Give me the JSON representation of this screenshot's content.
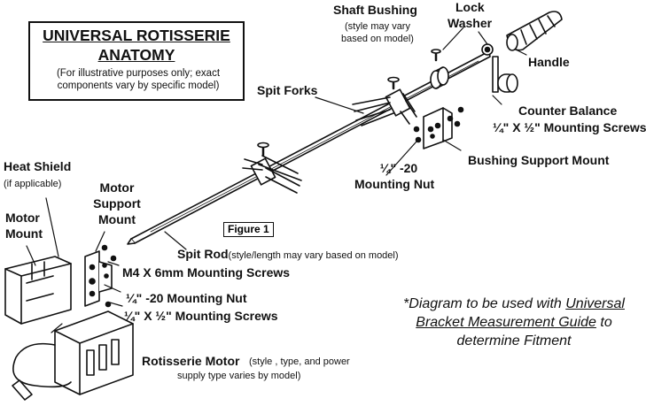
{
  "title": {
    "line1": "UNIVERSAL ROTISSERIE",
    "line2": "ANATOMY",
    "note_line1": "(For illustrative purposes only; exact",
    "note_line2": "components vary by specific model)"
  },
  "figure_label": "Figure 1",
  "labels": {
    "shaft_bushing": "Shaft Bushing",
    "shaft_bushing_note_1": "(style may vary",
    "shaft_bushing_note_2": "based on model)",
    "lock": "Lock",
    "washer": "Washer",
    "handle": "Handle",
    "spit_forks": "Spit Forks",
    "counter_balance": "Counter Balance",
    "cb_screws": "¼\" X ½\" Mounting Screws",
    "bushing_support_mount": "Bushing Support Mount",
    "mounting_nut_top_1": "¼\" -20",
    "mounting_nut_top_2": "Mounting Nut",
    "heat_shield": "Heat Shield",
    "heat_shield_note": "(if applicable)",
    "motor_support_1": "Motor",
    "motor_support_2": "Support",
    "motor_support_3": "Mount",
    "motor_mount_1": "Motor",
    "motor_mount_2": "Mount",
    "spit_rod": "Spit Rod",
    "spit_rod_note": "(style/length may vary based on model)",
    "m4_screws": "M4 X 6mm Mounting Screws",
    "mounting_nut_bottom": "¼\" -20 Mounting Nut",
    "motor_screws": "¼\" X ½\" Mounting Screws",
    "motor": "Rotisserie Motor",
    "motor_note_1": "(style , type, and power",
    "motor_note_2": "supply type varies by model)"
  },
  "note": {
    "line1_pre": "*Diagram to be used with ",
    "line1_link": "Universal",
    "line2_link": "Bracket Measurement Guide",
    "line2_post": " to",
    "line3": "determine Fitment"
  }
}
